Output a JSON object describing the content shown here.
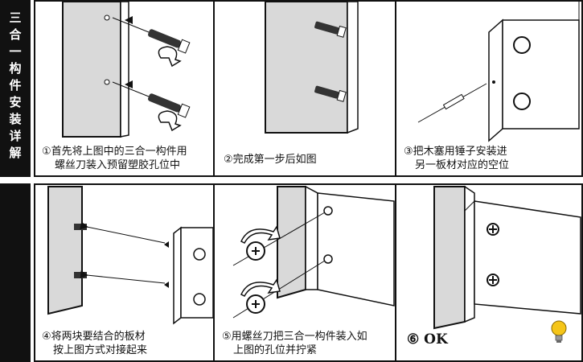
{
  "side_title": "三合一构件安装详解",
  "steps": [
    {
      "line1": "①首先将上图中的三合一构件用",
      "line2": "螺丝刀装入预留塑胶孔位中"
    },
    {
      "line1": "②完成第一步后如图",
      "line2": ""
    },
    {
      "line1": "③把木塞用锤子安装进",
      "line2": "另一板材对应的空位"
    },
    {
      "line1": "④将两块要结合的板材",
      "line2": "按上图方式对接起来"
    },
    {
      "line1": "⑤用螺丝刀把三合一构件装入如",
      "line2": "上图的孔位并拧紧"
    },
    {
      "line1": "⑥ OK",
      "line2": ""
    }
  ],
  "colors": {
    "ink": "#111111",
    "paper": "#ffffff",
    "panel_shade": "#d9d9d9",
    "bulb": "#f5c518"
  },
  "icons": [
    "lightbulb-icon"
  ]
}
